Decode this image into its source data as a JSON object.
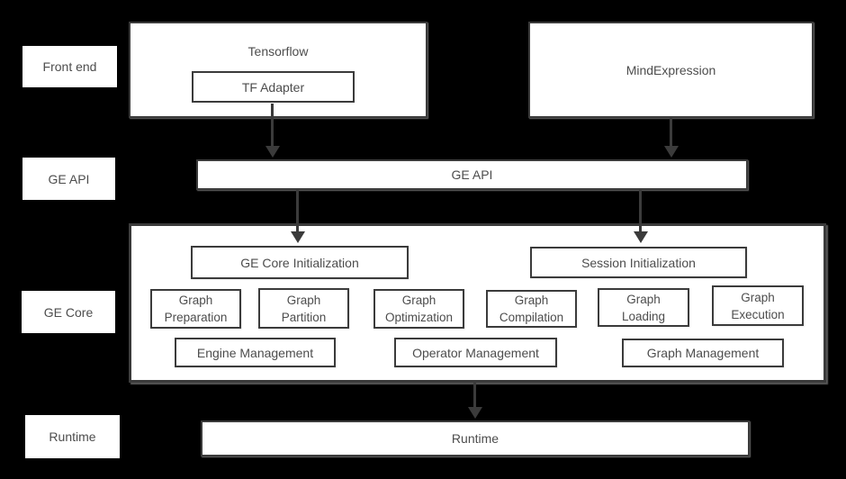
{
  "colors": {
    "background": "#000000",
    "box_fill": "#ffffff",
    "border": "#3b3b3b",
    "text": "#4d4d4d"
  },
  "layer_labels": {
    "frontend": "Front end",
    "ge_api": "GE API",
    "ge_core": "GE Core",
    "runtime": "Runtime"
  },
  "frontend": {
    "tensorflow_label": "Tensorflow",
    "tf_adapter_label": "TF Adapter",
    "mindexpression_label": "MindExpression"
  },
  "ge_api": {
    "bar_label": "GE API"
  },
  "ge_core": {
    "init": {
      "core": "GE Core Initialization",
      "session": "Session Initialization"
    },
    "modules": {
      "preparation": "Graph\nPreparation",
      "partition": "Graph\nPartition",
      "optimization": "Graph\nOptimization",
      "compilation": "Graph\nCompilation",
      "loading": "Graph\nLoading",
      "execution": "Graph\nExecution"
    },
    "management": {
      "engine": "Engine Management",
      "operator": "Operator Management",
      "graph": "Graph Management"
    }
  },
  "runtime": {
    "bar_label": "Runtime"
  }
}
